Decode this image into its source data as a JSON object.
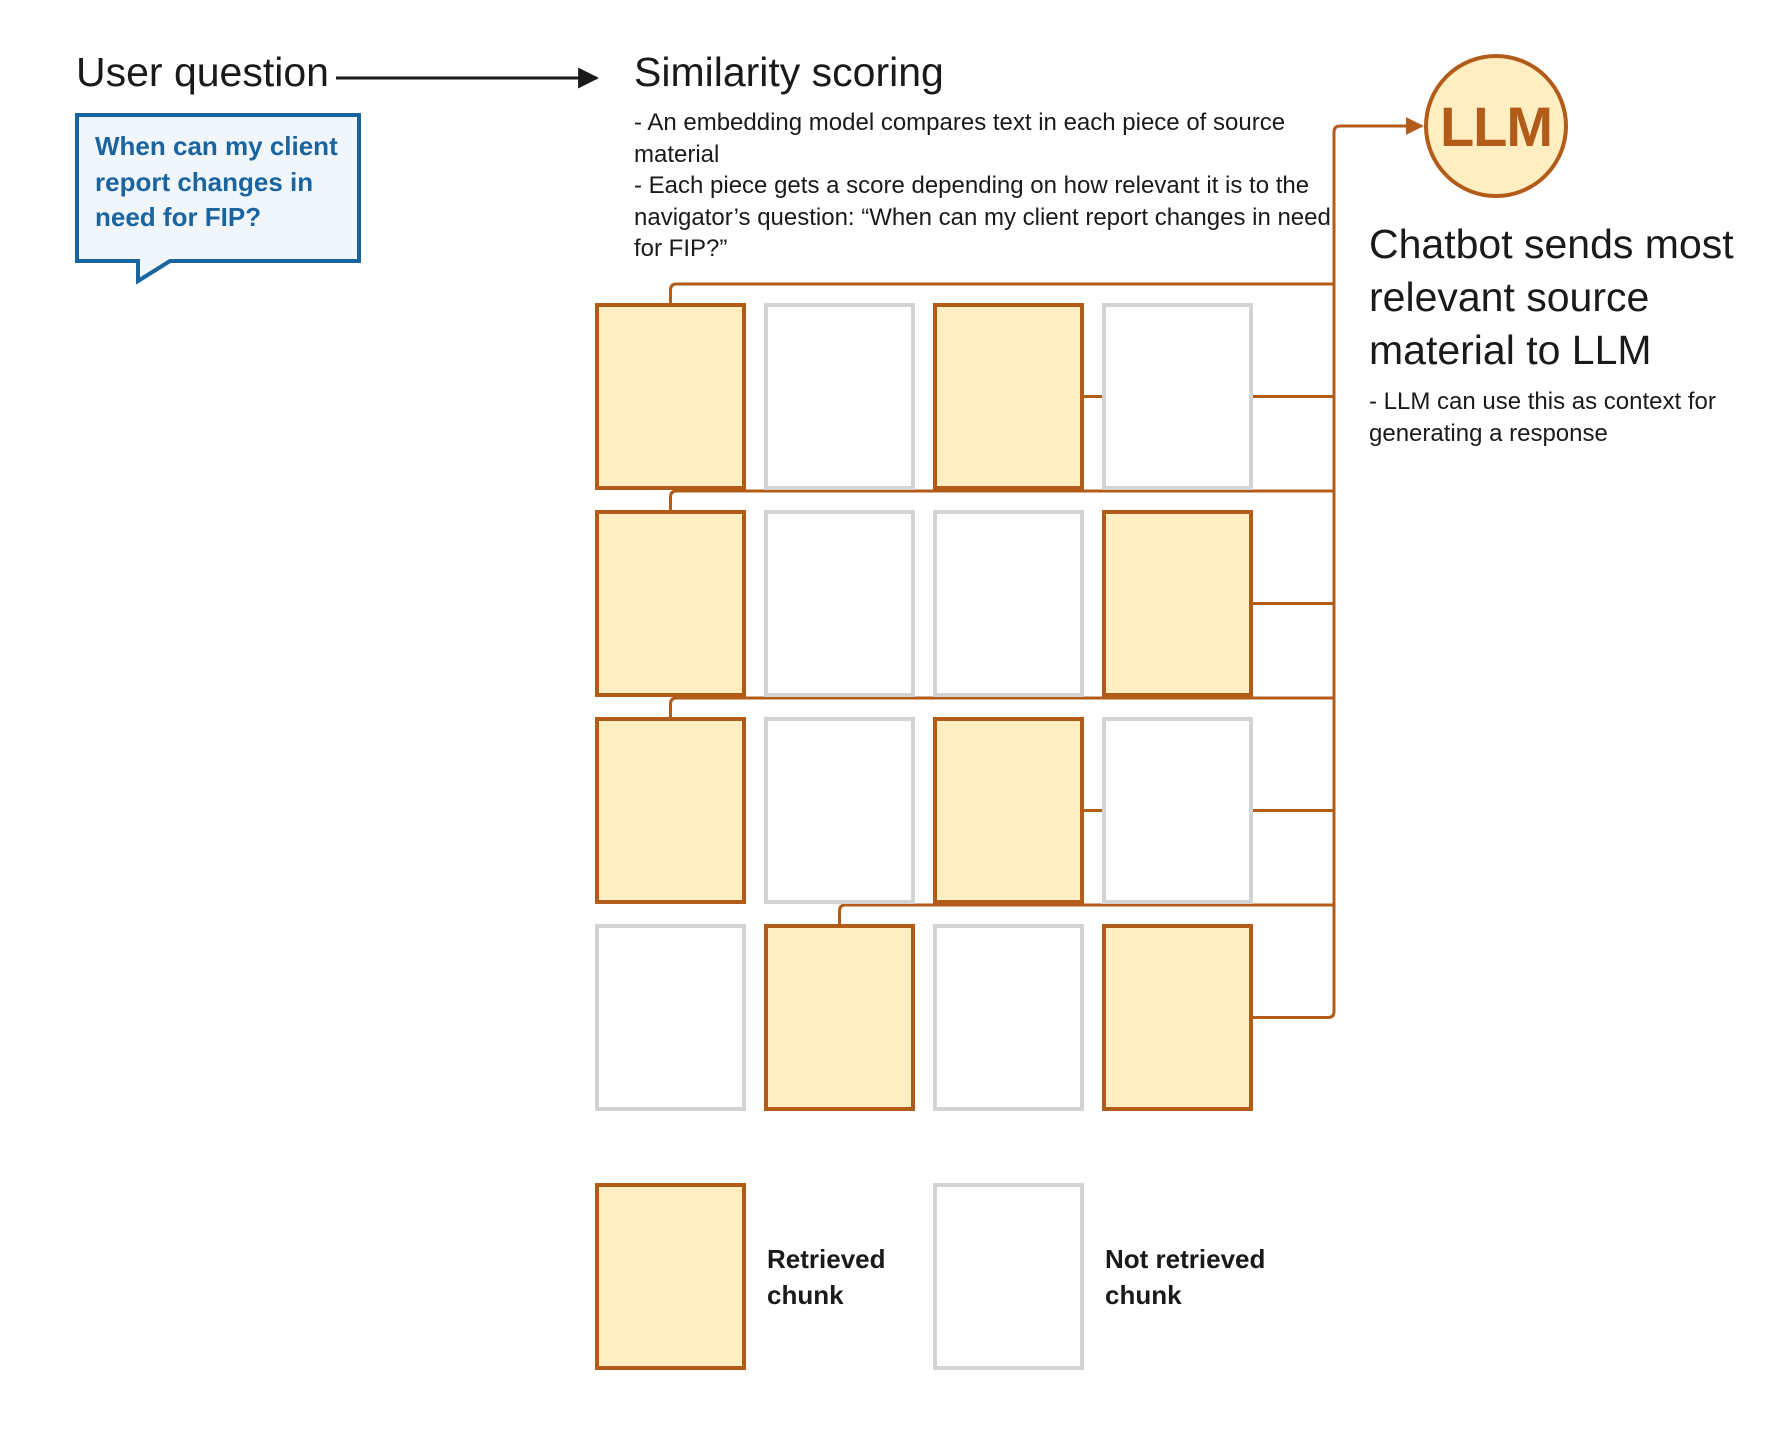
{
  "user_question": {
    "title": "User question",
    "bubble_text": "When can my client report changes in need for FIP?"
  },
  "similarity": {
    "title": "Similarity scoring",
    "lines": [
      "- An embedding model compares text in each piece of source material",
      "- Each piece gets a score depending on how relevant it is to the navigator’s question: “When can my client report changes in need for FIP?”"
    ]
  },
  "llm": {
    "label": "LLM"
  },
  "chatbot": {
    "title": "Chatbot sends most relevant source material to LLM",
    "note": "- LLM can use this as context for generating a response"
  },
  "grid": {
    "rows": [
      [
        true,
        false,
        true,
        false
      ],
      [
        true,
        false,
        false,
        true
      ],
      [
        true,
        false,
        true,
        false
      ],
      [
        false,
        true,
        false,
        true
      ]
    ]
  },
  "legend": {
    "retrieved_label": "Retrieved chunk",
    "not_retrieved_label": "Not retrieved chunk"
  },
  "colors": {
    "retrieved_fill": "#feeec2",
    "retrieved_stroke": "#b35c1a",
    "not_retrieved_stroke": "#d3d3d3",
    "connector": "#b35c1a",
    "bubble_stroke": "#1a64a0",
    "bubble_fill": "#f1f6fb",
    "arrow": "#1a1a1a",
    "llm_fill": "#feeec2"
  }
}
